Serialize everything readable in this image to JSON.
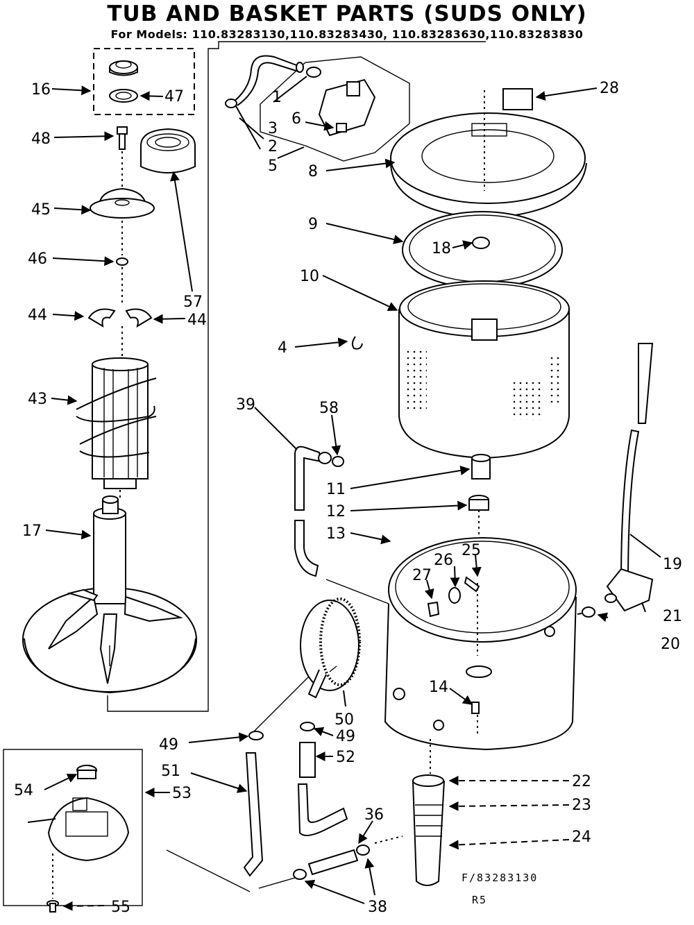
{
  "title": "TUB AND BASKET PARTS (SUDS ONLY)",
  "subtitle": "For Models: 110.83283130,110.83283430, 110.83283630,110.83283830",
  "diagram_code": "F/83283130",
  "revision_code": "R5",
  "callouts": {
    "c1": "1",
    "c2": "2",
    "c3": "3",
    "c4": "4",
    "c5": "5",
    "c6": "6",
    "c8": "8",
    "c9": "9",
    "c10": "10",
    "c11": "11",
    "c12": "12",
    "c13": "13",
    "c14": "14",
    "c16": "16",
    "c17": "17",
    "c18": "18",
    "c19": "19",
    "c20": "20",
    "c21": "21",
    "c22": "22",
    "c23": "23",
    "c24": "24",
    "c25": "25",
    "c26": "26",
    "c27": "27",
    "c28": "28",
    "c36": "36",
    "c38": "38",
    "c39": "39",
    "c43": "43",
    "c44a": "44",
    "c44b": "44",
    "c45": "45",
    "c46": "46",
    "c47": "47",
    "c48": "48",
    "c49a": "49",
    "c49b": "49",
    "c50": "50",
    "c51": "51",
    "c52": "52",
    "c53": "53",
    "c54": "54",
    "c55": "55",
    "c57": "57",
    "c58": "58"
  }
}
